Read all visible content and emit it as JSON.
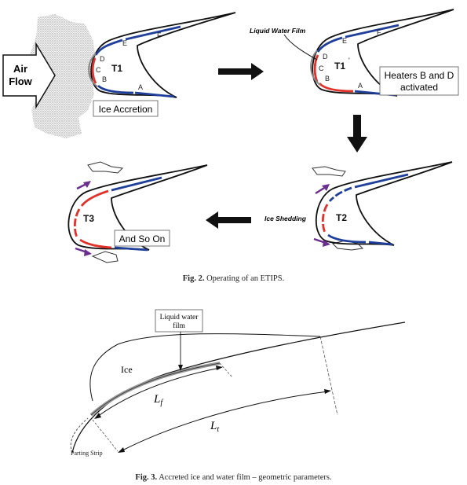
{
  "figure2": {
    "air_flow": [
      "Air",
      "Flow"
    ],
    "ice_accretion_label": "Ice Accretion",
    "liquid_water_film_label": "Liquid Water Film",
    "heaters_label": [
      "Heaters B and D",
      "activated"
    ],
    "ice_shedding_label": "Ice Shedding",
    "and_so_on_label": "And So On",
    "stages": {
      "t1": "T1",
      "t1_prime": "T1",
      "t1_prime_mark": "'",
      "t2": "T2",
      "t3": "T3"
    },
    "zones": {
      "a": "A",
      "b": "B",
      "c": "C",
      "d": "D",
      "e": "E",
      "f": "F"
    },
    "caption_label": "Fig. 2.",
    "caption_text": "Operating of an ETIPS."
  },
  "figure3": {
    "liquid_water_label": [
      "Liquid water",
      "film"
    ],
    "ice_label": "Ice",
    "lf_label": "L",
    "lf_sub": "f",
    "lt_label": "L",
    "lt_sub": "t",
    "parting_strip_label": "Parting Strip",
    "caption_label": "Fig. 3.",
    "caption_text": "Accreted ice and water film – geometric parameters."
  },
  "colors": {
    "heater_blue": "#1f3f9a",
    "heater_red": "#e0312a",
    "arrow_purple": "#6b2f8f",
    "ice_grey": "#c8c8c8"
  }
}
